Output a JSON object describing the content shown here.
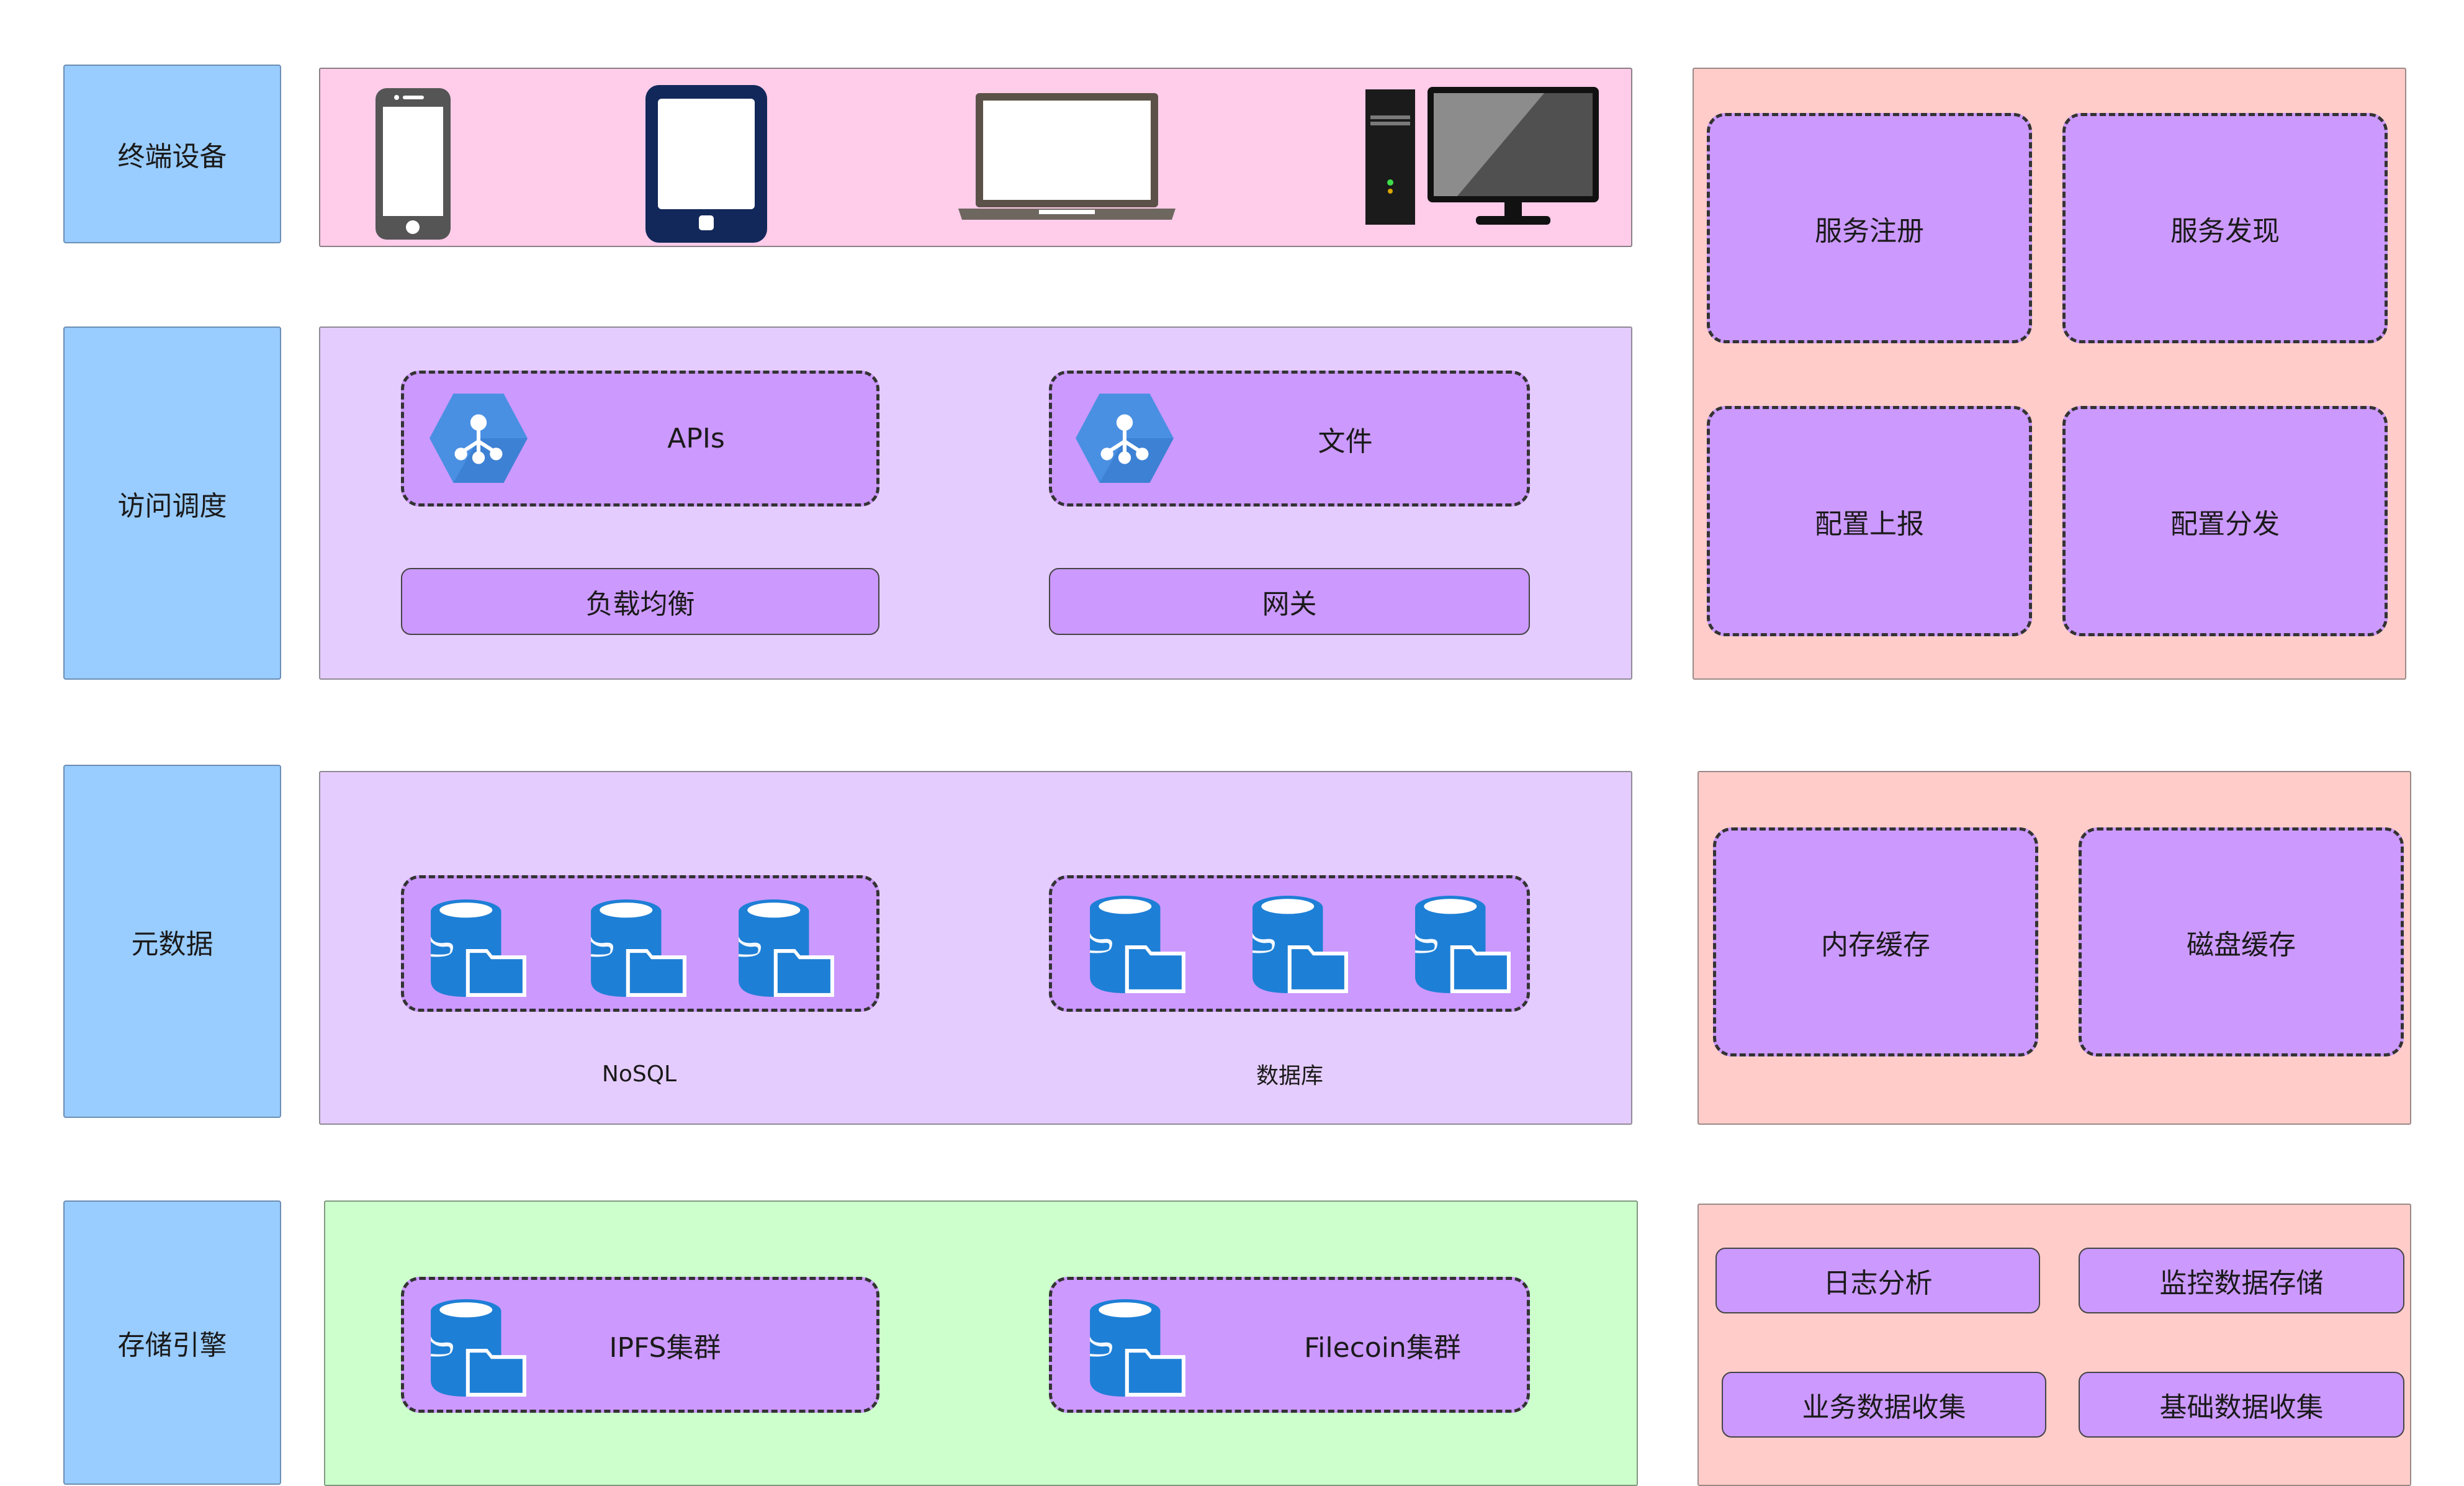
{
  "layers": {
    "terminal": "终端设备",
    "access": "访问调度",
    "metadata": "元数据",
    "storage": "存储引擎"
  },
  "access": {
    "apis": "APIs",
    "files": "文件",
    "load_balance": "负载均衡",
    "gateway": "网关"
  },
  "metadata": {
    "nosql_caption": "NoSQL",
    "database_caption": "数据库"
  },
  "storage": {
    "ipfs": "IPFS集群",
    "filecoin": "Filecoin集群"
  },
  "service_panel": {
    "registration": "服务注册",
    "discovery": "服务发现",
    "config_report": "配置上报",
    "config_dispatch": "配置分发"
  },
  "cache_panel": {
    "memory_cache": "内存缓存",
    "disk_cache": "磁盘缓存"
  },
  "monitor_panel": {
    "log_analysis": "日志分析",
    "monitor_storage": "监控数据存储",
    "business_collect": "业务数据收集",
    "base_collect": "基础数据收集"
  },
  "icons": {
    "devices": [
      "smartphone-icon",
      "tablet-icon",
      "laptop-icon",
      "desktop-computer-icon"
    ],
    "service": "hexagon-network-icon",
    "storage": "database-folder-icon"
  },
  "colors": {
    "layer_label": "#99ccff",
    "terminal_panel": "#ffccea",
    "access_panel": "#e5ccff",
    "storage_panel": "#ccffcc",
    "side_panel": "#ffccc9",
    "component": "#cc99ff",
    "icon_blue": "#1e7fd6"
  }
}
